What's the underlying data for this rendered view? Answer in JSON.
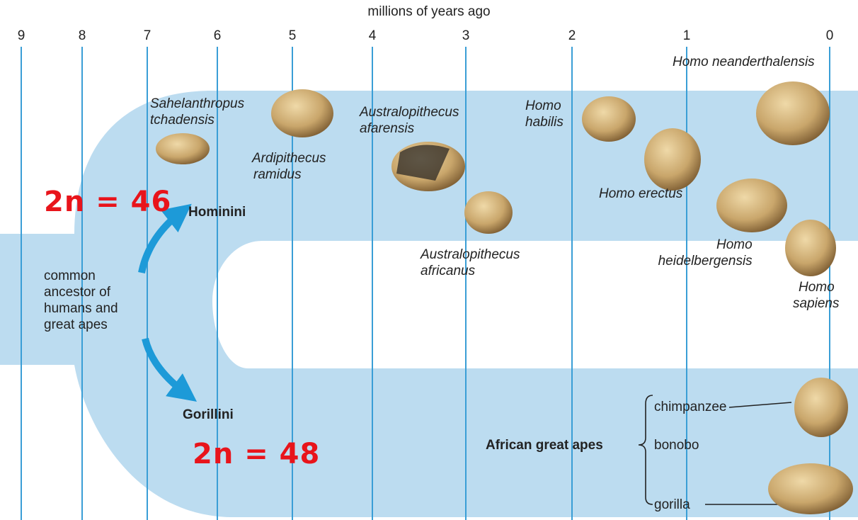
{
  "axis": {
    "title": "millions of years ago",
    "ticks": [
      "9",
      "8",
      "7",
      "6",
      "5",
      "4",
      "3",
      "2",
      "1",
      "0"
    ]
  },
  "ancestor_label": [
    "common",
    "ancestor of",
    "humans and",
    "great apes"
  ],
  "branches": {
    "upper": "Hominini",
    "lower": "Gorillini"
  },
  "chromosomes": {
    "upper": "2n = 46",
    "lower": "2n = 48"
  },
  "species": {
    "sahelanthropus": [
      "Sahelanthropus",
      "tchadensis"
    ],
    "ardipithecus": [
      "Ardipithecus",
      "ramidus"
    ],
    "afarensis": [
      "Australopithecus",
      "afarensis"
    ],
    "africanus": [
      "Australopithecus",
      "africanus"
    ],
    "habilis": [
      "Homo",
      "habilis"
    ],
    "erectus": "Homo erectus",
    "heidelbergensis": [
      "Homo",
      "heidelbergensis"
    ],
    "neanderthalensis": "Homo neanderthalensis",
    "sapiens": [
      "Homo",
      "sapiens"
    ]
  },
  "apes": {
    "group_label": "African great apes",
    "members": [
      "chimpanzee",
      "bonobo",
      "gorilla"
    ]
  },
  "colors": {
    "band": "#bcdcf0",
    "gridline": "#3a9ed6",
    "arrow": "#1d9ad8",
    "highlight": "#e8141b",
    "skull": "#c9a66b"
  },
  "icons": [
    "skull-icon"
  ]
}
